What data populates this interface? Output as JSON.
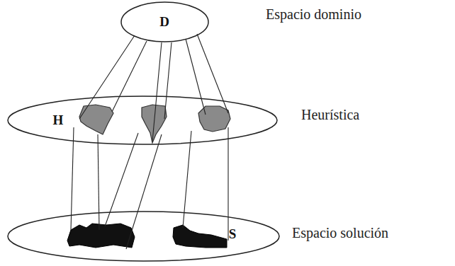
{
  "diagram": {
    "nodes": [
      {
        "text": [
          "D"
        ]
      },
      {
        "text": [
          "H"
        ]
      },
      {
        "text": [
          "S"
        ]
      }
    ],
    "edges": [
      {
        "from": 0,
        "to": 1,
        "arrow": "none"
      },
      {
        "from": 0,
        "to": 1,
        "arrow": "none"
      },
      {
        "from": 0,
        "to": 1,
        "arrow": "none"
      },
      {
        "from": 0,
        "to": 1,
        "arrow": "none"
      },
      {
        "from": 0,
        "to": 1,
        "arrow": "none"
      },
      {
        "from": 0,
        "to": 1,
        "arrow": "none"
      },
      {
        "from": 1,
        "to": 2,
        "arrow": "none"
      },
      {
        "from": 1,
        "to": 2,
        "arrow": "none"
      },
      {
        "from": 1,
        "to": 2,
        "arrow": "none"
      },
      {
        "from": 1,
        "to": 2,
        "arrow": "none"
      },
      {
        "from": 1,
        "to": 2,
        "arrow": "none"
      },
      {
        "from": 1,
        "to": 2,
        "arrow": "none"
      }
    ],
    "labels": [
      "Espacio dominio",
      "Heurística",
      "Espacio solución"
    ]
  }
}
